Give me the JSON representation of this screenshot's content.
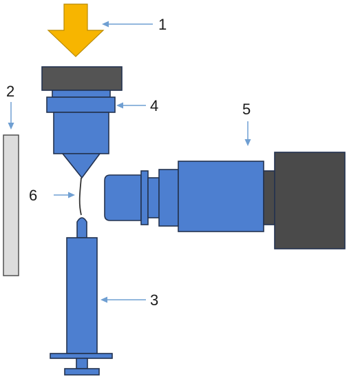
{
  "labels": {
    "l1": "1",
    "l2": "2",
    "l3": "3",
    "l4": "4",
    "l5": "5",
    "l6": "6"
  },
  "colors": {
    "light_arrow": "#f7b500",
    "component_blue": "#4d7fd0",
    "cap_gray": "#545454",
    "camera_body_gray": "#4a4a4a",
    "plate_gray": "#dcdcdc",
    "callout_arrow": "#6f9fd2"
  }
}
